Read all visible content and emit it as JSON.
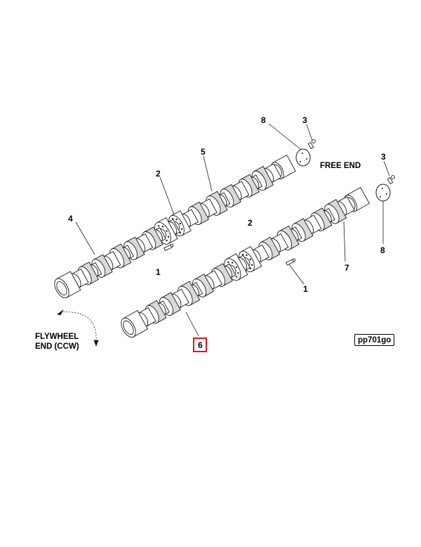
{
  "callouts": {
    "c1_left": "1",
    "c1_right": "1",
    "c2_left": "2",
    "c2_mid": "2",
    "c3_top": "3",
    "c3_right": "3",
    "c4": "4",
    "c5": "5",
    "c6": "6",
    "c7": "7",
    "c8_top": "8",
    "c8_right": "8"
  },
  "labels": {
    "free_end": "FREE END",
    "flywheel_line1": "FLYWHEEL",
    "flywheel_line2": "END (CCW)",
    "ref_code": "pp701go"
  },
  "colors": {
    "line": "#1a1a1a",
    "highlight": "#e0161b",
    "shade": "#d9d9d9"
  }
}
